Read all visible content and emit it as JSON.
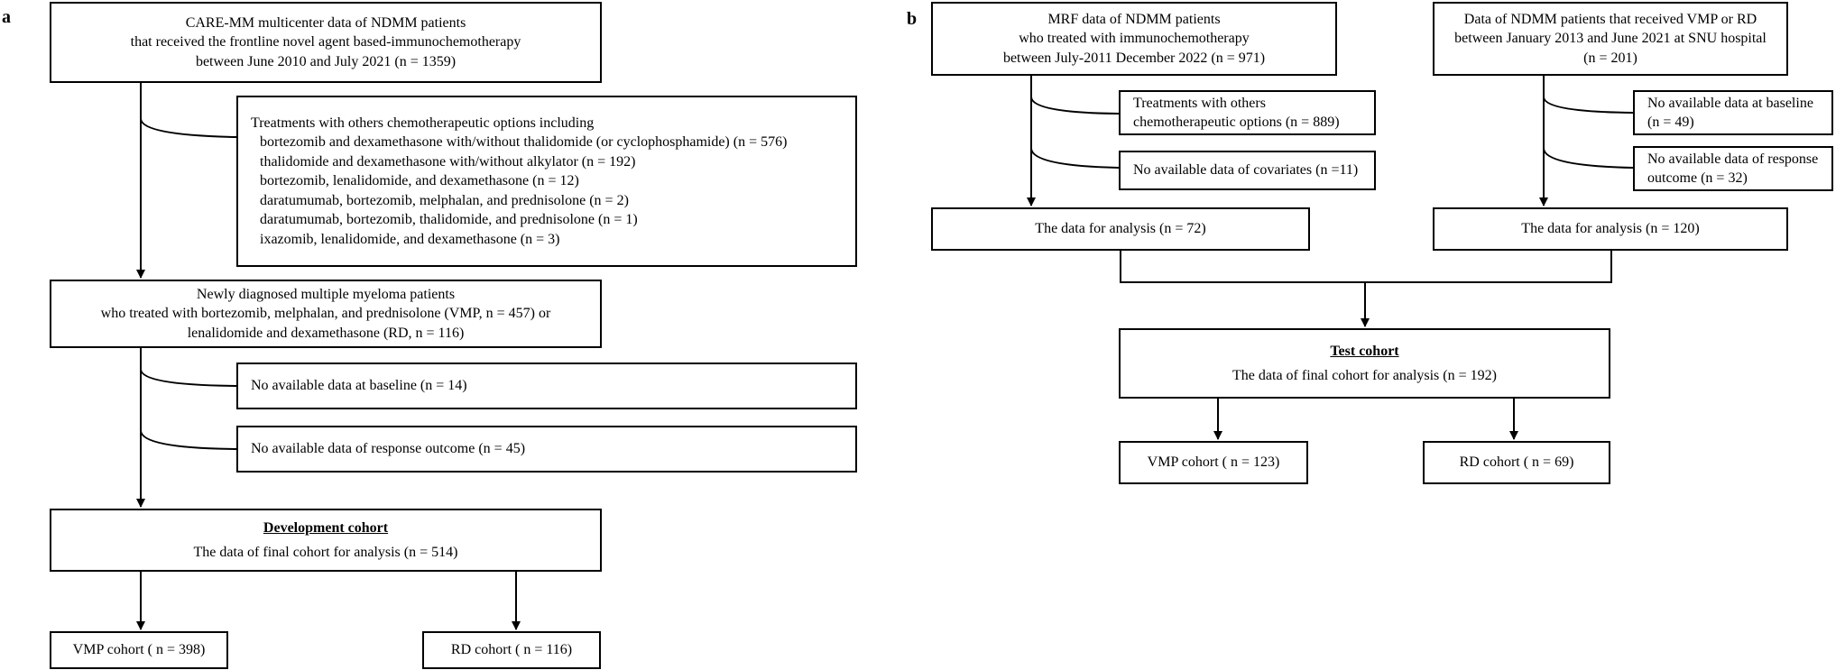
{
  "panel_a": {
    "label": "a",
    "source": [
      "CARE-MM multicenter data of NDMM patients",
      "that received the frontline novel agent based-immunochemotherapy",
      "between June 2010 and July 2021 (n = 1359)"
    ],
    "excluded_treatments": {
      "heading": "Treatments with others chemotherapeutic options including",
      "items": [
        "bortezomib and dexamethasone with/without thalidomide (or cyclophosphamide) (n = 576)",
        "thalidomide and dexamethasone with/without alkylator (n = 192)",
        "bortezomib, lenalidomide, and dexamethasone (n = 12)",
        "daratumumab, bortezomib, melphalan, and prednisolone (n = 2)",
        "daratumumab, bortezomib, thalidomide, and prednisolone (n = 1)",
        "ixazomib, lenalidomide, and dexamethasone (n = 3)"
      ]
    },
    "ndmm": [
      "Newly diagnosed multiple myeloma patients",
      "who treated with bortezomib, melphalan, and prednisolone (VMP,  n = 457) or",
      "lenalidomide and dexamethasone (RD, n = 116)"
    ],
    "excl_baseline": "No available data at baseline (n = 14)",
    "excl_response": "No available data of response outcome (n = 45)",
    "dev_cohort": {
      "title": "Development cohort",
      "text": "The data of final cohort for analysis (n = 514)"
    },
    "vmp": "VMP cohort ( n = 398)",
    "rd": "RD cohort ( n = 116)"
  },
  "panel_b": {
    "label": "b",
    "mrf": [
      "MRF data of NDMM patients",
      "who treated with immunochemotherapy",
      "between July-2011 December 2022 (n = 971)"
    ],
    "snu": [
      "Data of NDMM patients that received VMP or RD",
      "between January 2013 and June 2021 at SNU hospital",
      "(n = 201)"
    ],
    "mrf_excl_treat": [
      "Treatments with others",
      "chemotherapeutic options (n = 889)"
    ],
    "mrf_excl_cov": "No available data of covariates (n =11)",
    "snu_excl_baseline": [
      "No available data at baseline",
      "(n = 49)"
    ],
    "snu_excl_response": [
      "No available data of response",
      "outcome (n = 32)"
    ],
    "mrf_analysis": "The data for analysis (n = 72)",
    "snu_analysis": "The data for analysis (n = 120)",
    "test_cohort": {
      "title": "Test cohort",
      "text": "The data of final cohort for analysis (n = 192)"
    },
    "vmp": "VMP cohort ( n = 123)",
    "rd": "RD cohort ( n = 69)"
  }
}
